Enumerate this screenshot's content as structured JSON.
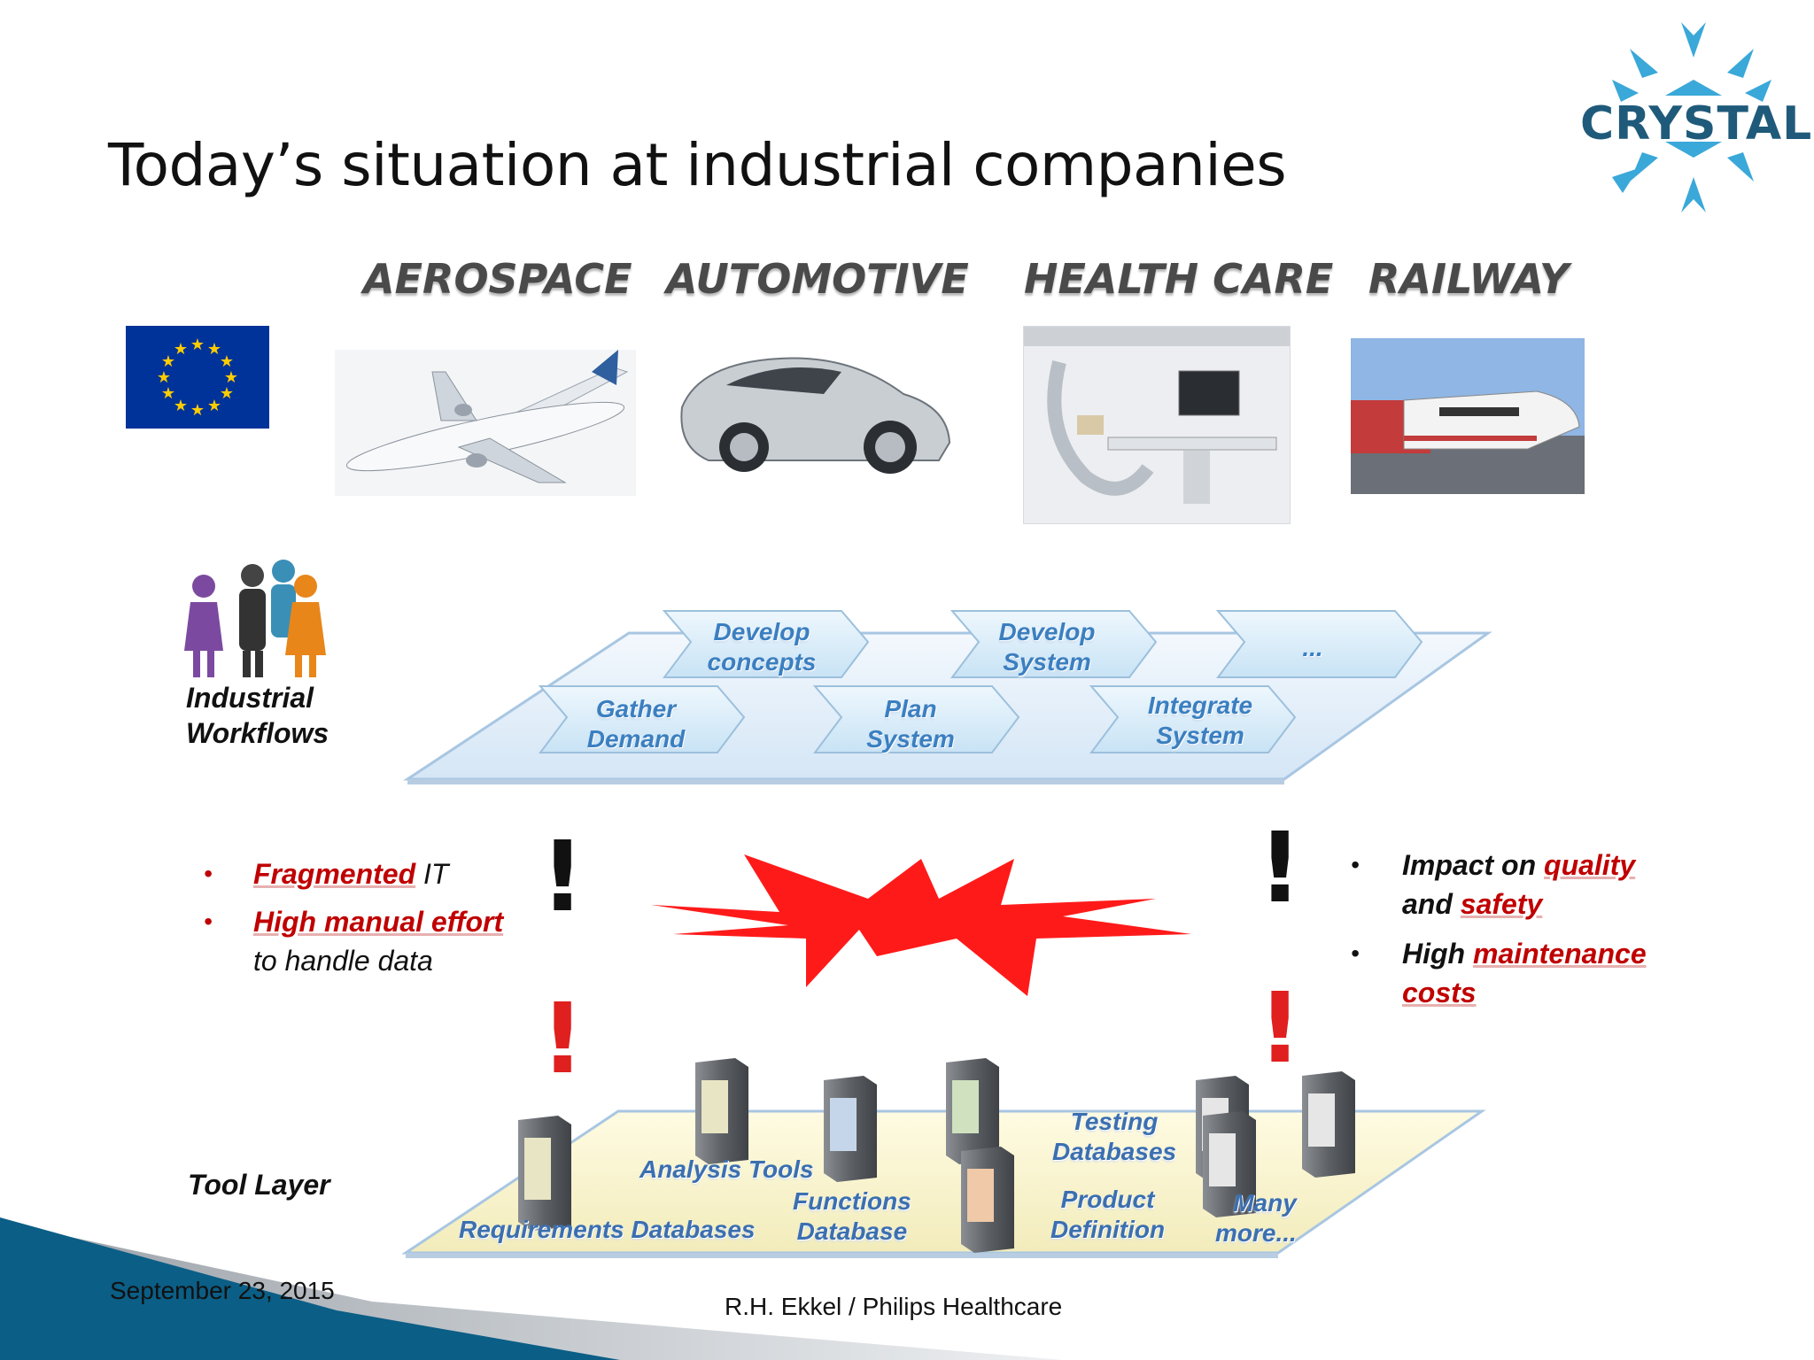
{
  "slide": {
    "title": "Today’s situation at industrial companies",
    "logo_text": "CRYSTAL",
    "sectors": [
      "AEROSPACE",
      "AUTOMOTIVE",
      "HEALTH CARE",
      "RAILWAY"
    ],
    "workflows": {
      "label": "Industrial Workflows",
      "label_line1": "Industrial",
      "label_line2": "Workflows",
      "steps_back": [
        {
          "line1": "Develop",
          "line2": "concepts"
        },
        {
          "line1": "Develop",
          "line2": "System"
        },
        {
          "line1": "...",
          "line2": ""
        }
      ],
      "steps_front": [
        {
          "line1": "Gather",
          "line2": "Demand"
        },
        {
          "line1": "Plan",
          "line2": "System"
        },
        {
          "line1": "Integrate",
          "line2": "System"
        }
      ]
    },
    "left_bullets": [
      {
        "emph": "Fragmented",
        "rest": " IT",
        "rest2": ""
      },
      {
        "emph": "High manual effort",
        "rest": "",
        "rest2": "to handle data"
      }
    ],
    "right_bullets": [
      {
        "a": "Impact on ",
        "b": "quality",
        "c": "and ",
        "d": "safety"
      },
      {
        "a": "High ",
        "b": "maintenance",
        "c": "",
        "d": "costs"
      }
    ],
    "tool_layer": {
      "label": "Tool Layer",
      "items": {
        "requirements": "Requirements Databases",
        "analysis": "Analysis Tools",
        "functions_1": "Functions",
        "functions_2": "Database",
        "testing_1": "Testing",
        "testing_2": "Databases",
        "product_1": "Product",
        "product_2": "Definition",
        "many_1": "Many",
        "many_2": "more..."
      }
    },
    "footer": {
      "date": "September 23, 2015",
      "author": "R.H. Ekkel / Philips Healthcare"
    },
    "colors": {
      "accent_red": "#c00000",
      "logo_blue": "#1f5a7a",
      "logo_cyan": "#3aa8d8",
      "eu_blue": "#003399",
      "eu_star": "#ffcc00"
    }
  }
}
